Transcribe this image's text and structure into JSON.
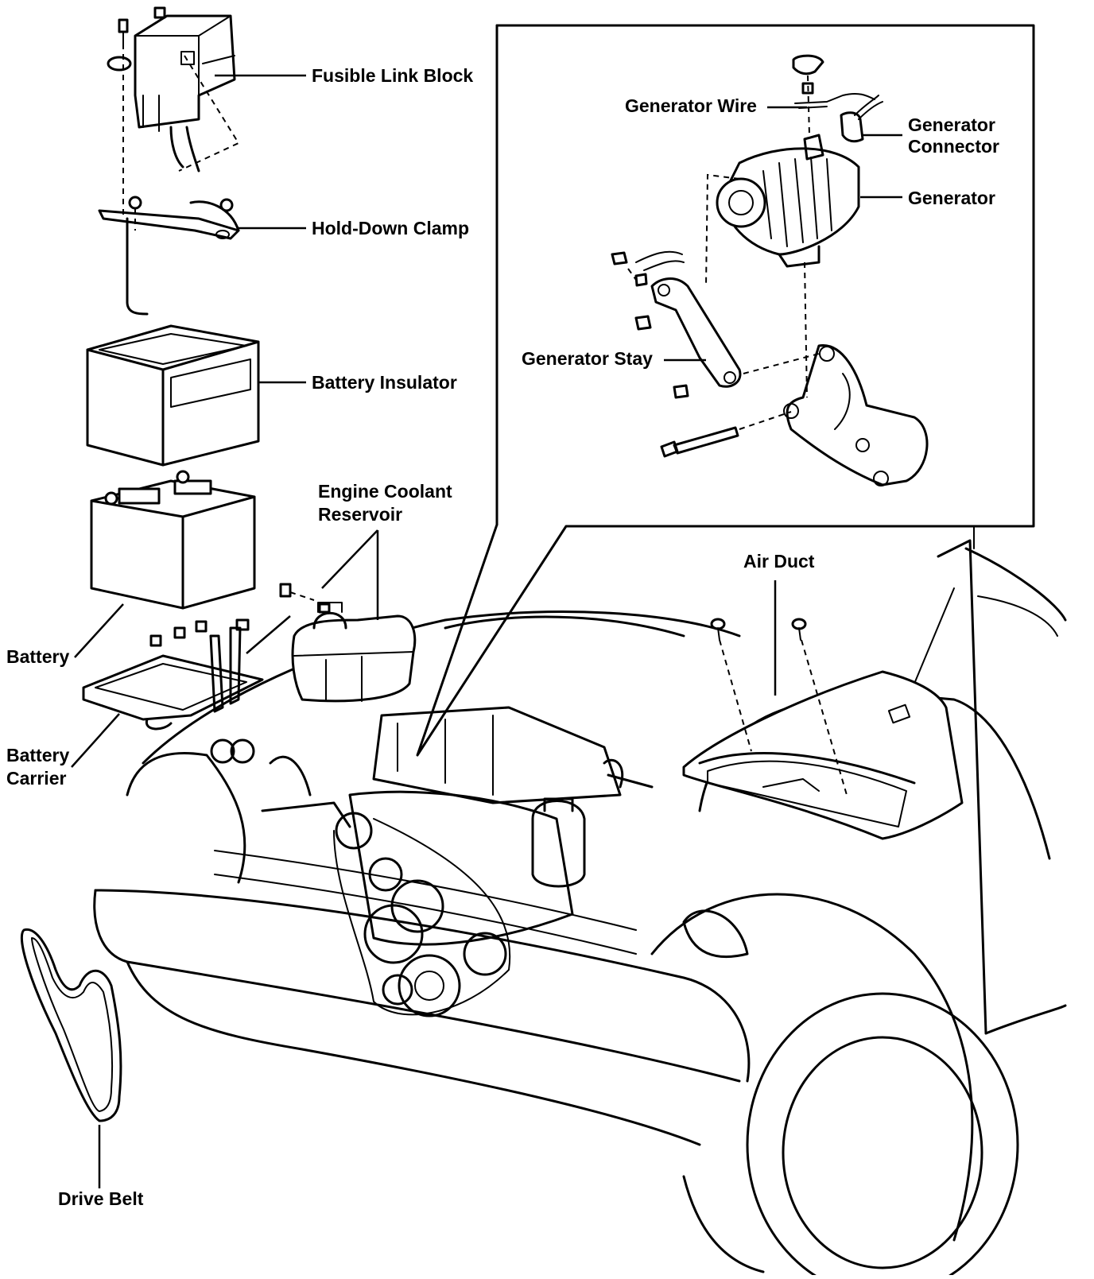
{
  "labels": {
    "fusible_link_block": "Fusible Link Block",
    "hold_down_clamp": "Hold-Down Clamp",
    "battery_insulator": "Battery Insulator",
    "engine_coolant_reservoir_line1": "Engine Coolant",
    "engine_coolant_reservoir_line2": "Reservoir",
    "battery": "Battery",
    "battery_carrier_line1": "Battery",
    "battery_carrier_line2": "Carrier",
    "drive_belt": "Drive Belt",
    "air_duct": "Air Duct",
    "generator_wire": "Generator Wire",
    "generator_connector_line1": "Generator",
    "generator_connector_line2": "Connector",
    "generator": "Generator",
    "generator_stay": "Generator Stay"
  }
}
